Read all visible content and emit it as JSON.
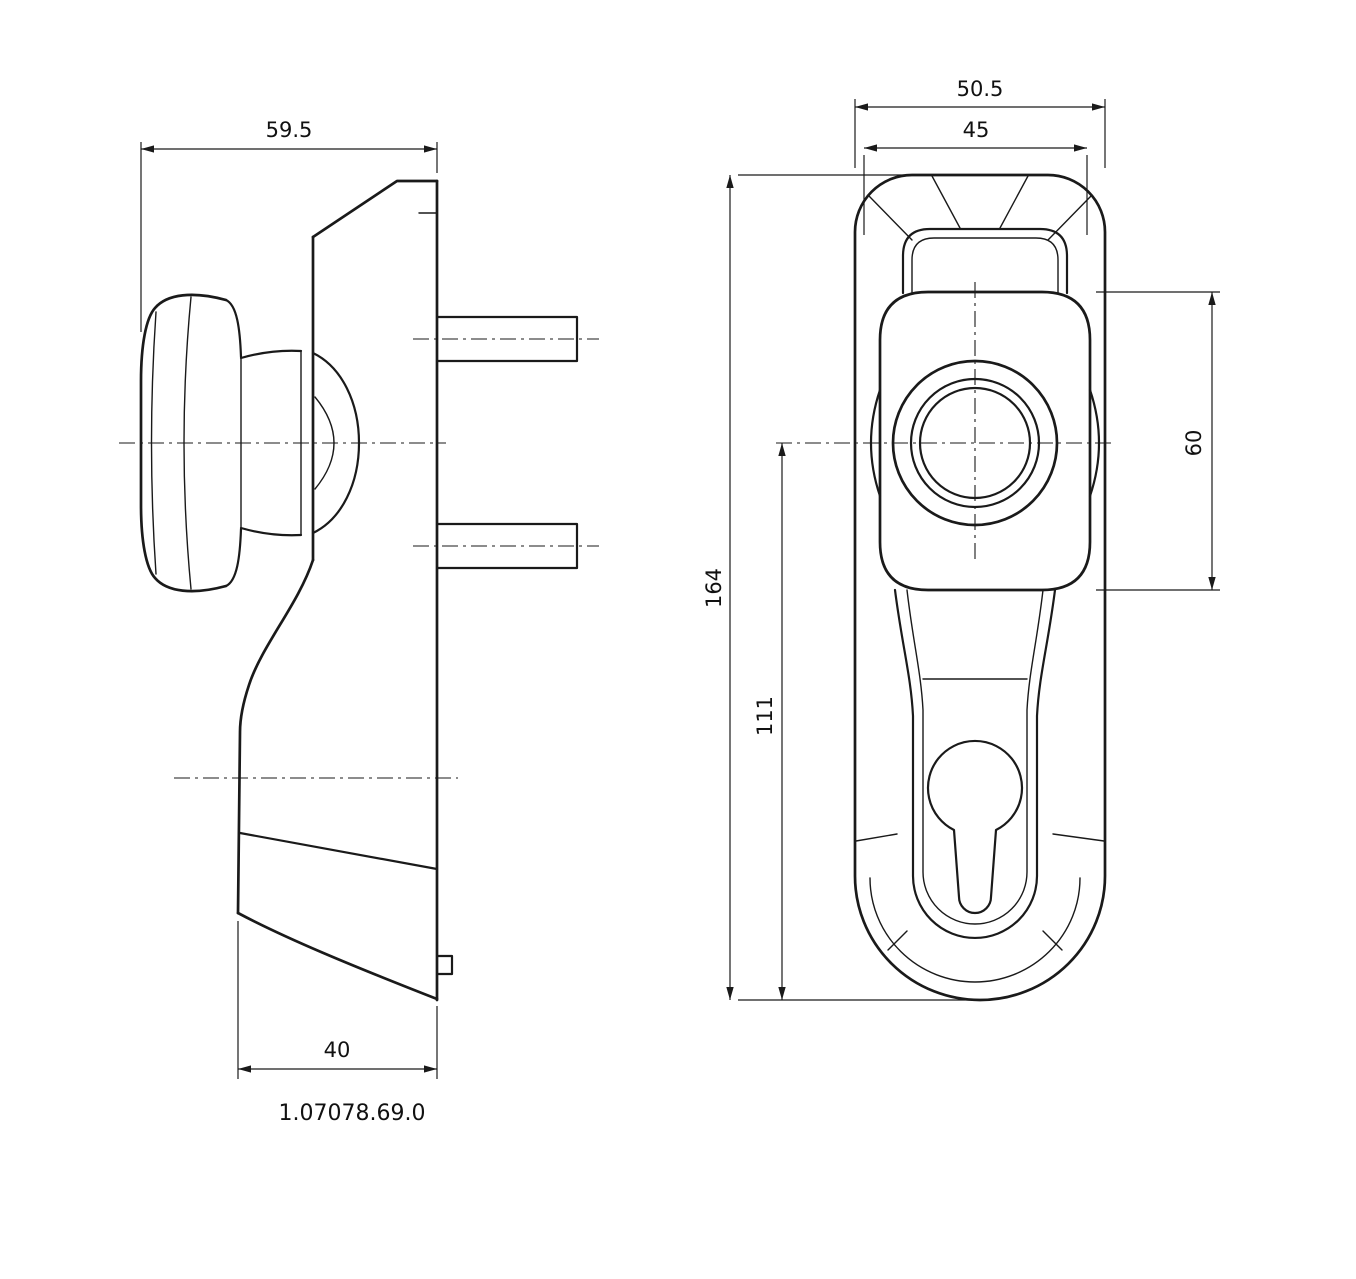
{
  "part_number": "1.07078.69.0",
  "dimensions": {
    "side_overall_depth": "59.5",
    "side_base_depth": "40",
    "front_overall_width": "50.5",
    "front_escutcheon_width": "45",
    "front_escutcheon_height": "60",
    "front_plate_height": "164",
    "front_axis_to_bottom": "111"
  },
  "colors": {
    "line": "#1a1a1a",
    "background": "#ffffff"
  }
}
